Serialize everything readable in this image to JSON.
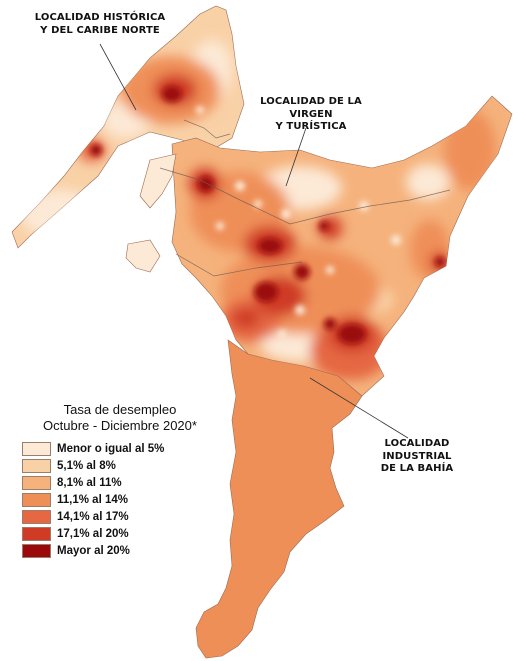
{
  "callouts": {
    "historica": [
      "LOCALIDAD HISTÓRICA",
      "Y DEL CARIBE NORTE"
    ],
    "virgen": [
      "LOCALIDAD DE LA VIRGEN",
      "Y TURÍSTICA"
    ],
    "industrial": [
      "LOCALIDAD INDUSTRIAL",
      "DE LA BAHÍA"
    ]
  },
  "legend": {
    "title": [
      "Tasa de desempleo",
      "Octubre - Diciembre 2020*"
    ],
    "items": [
      {
        "label": "Menor o igual al 5%",
        "color": "#fce9d6"
      },
      {
        "label": "5,1% al 8%",
        "color": "#f9d1a7"
      },
      {
        "label": "8,1% al 11%",
        "color": "#f5b27c"
      },
      {
        "label": "11,1% al 14%",
        "color": "#ef8f58"
      },
      {
        "label": "14,1% al 17%",
        "color": "#e56842"
      },
      {
        "label": "17,1% al 20%",
        "color": "#cf3b25"
      },
      {
        "label": "Mayor al 20%",
        "color": "#9b0a0a"
      }
    ]
  }
}
